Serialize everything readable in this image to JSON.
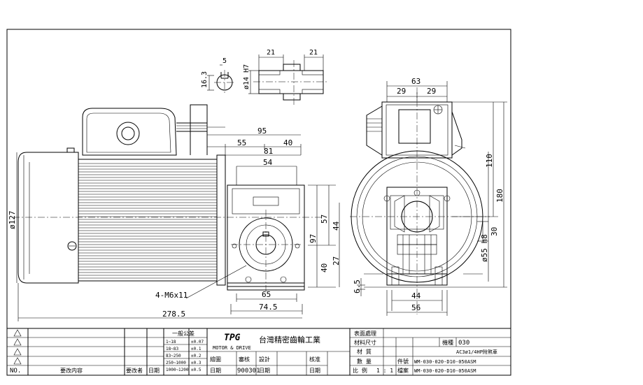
{
  "dimensions": {
    "key_width": "5",
    "key_height": "16.3",
    "shaft_dia": "ø14 H7",
    "shaft_left_len": "21",
    "shaft_right_len": "21",
    "d95": "95",
    "d55": "55",
    "d40_top": "40",
    "d81": "81",
    "d54": "54",
    "d127": "ø127",
    "d57": "57",
    "d44_side": "44",
    "d97": "97",
    "d27": "27",
    "d40_side": "40",
    "d65": "65",
    "d745": "74.5",
    "d2785": "278.5",
    "bolt": "4-M6x11",
    "d63": "63",
    "d29a": "29",
    "d29b": "29",
    "d110": "110",
    "d180": "180",
    "d30": "30",
    "d55h8": "ø55 h8",
    "d65b": "6.5",
    "d44_bottom": "44",
    "d56": "56"
  },
  "titleblock": {
    "tol_title": "一般公差",
    "tol_rows": [
      {
        "range": "1~18",
        "tol": "±0.07"
      },
      {
        "range": "18~83",
        "tol": "±0.1"
      },
      {
        "range": "83~250",
        "tol": "±0.2"
      },
      {
        "range": "250~1000",
        "tol": "±0.3"
      },
      {
        "range": "1000~1200",
        "tol": "±0.5"
      }
    ],
    "rev_no": "NO.",
    "rev_content": "要改内容",
    "rev_by": "要改者",
    "rev_date": "日期",
    "brand_logo": "TPG",
    "brand_tagline": "MOTOR & DRIVE",
    "company": "台灣精密齒輪工業",
    "draw_label": "繪圖",
    "check_label": "審核",
    "design_label": "設計",
    "sign_label": "核准",
    "date_label": "日期",
    "drawing_date": "900301",
    "surface_label": "表面處理",
    "material_label": "材料尺寸",
    "material_sub": "材 質",
    "qty_label": "數 量",
    "scale_label": "比 例",
    "scale_value": "1 : 1",
    "model_label": "機種",
    "model_value": "030",
    "spec_value": "AC3ø1/4HP附煞車",
    "part_label": "件號",
    "part_value": "WM-030-020-D10-050ASM",
    "file_label": "檔案",
    "file_value": "WM-030-020-D10-050ASM"
  }
}
